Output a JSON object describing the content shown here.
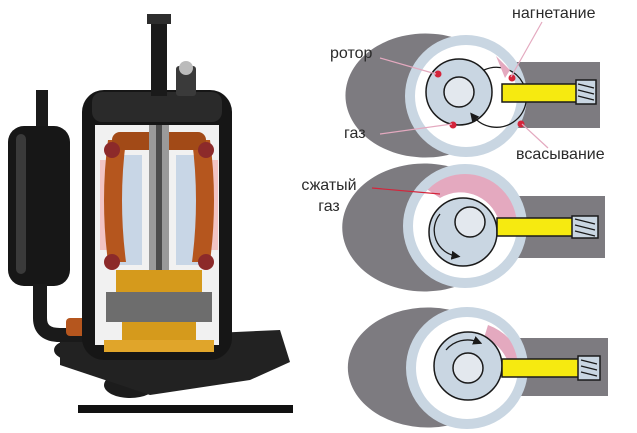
{
  "labels": {
    "discharge": "нагнетание",
    "rotor": "ротор",
    "gas": "газ",
    "suction": "всасывание",
    "compressed_gas_line1": "сжатый",
    "compressed_gas_line2": "газ"
  },
  "colors": {
    "housing": "#7d7b80",
    "ring_light": "#c9d6e2",
    "rotor_core": "#e3e8ee",
    "vane_yellow": "#f6ea10",
    "stroke_black": "#1a1a1a",
    "pink_gas": "#e4a9bf",
    "red_dot": "#d4243a",
    "copper": "#b5561e",
    "shell_dark": "#161616",
    "stator_blue": "#c8d6e6",
    "stator_pink": "#f2c4c4",
    "brass": "#d59a1c"
  }
}
